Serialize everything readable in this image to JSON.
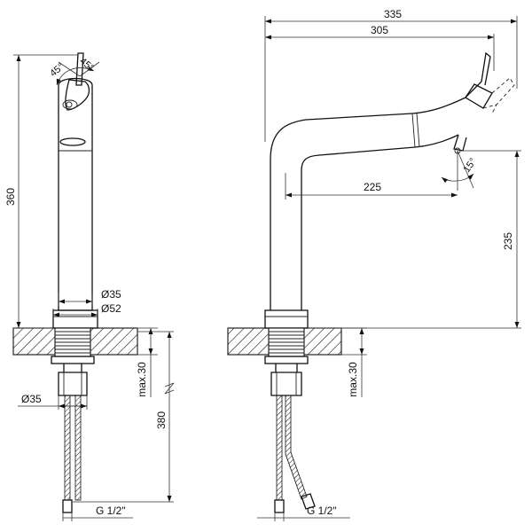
{
  "front_view": {
    "angle_left": "45°",
    "angle_right": "45°",
    "height_total": "360",
    "dia_body": "Ø35",
    "dia_base": "Ø52",
    "dia_shank": "Ø35",
    "max_thickness": "max.30",
    "hose_length": "380",
    "thread": "G 1/2\""
  },
  "side_view": {
    "width_total": "335",
    "width_spout": "305",
    "spout_reach": "225",
    "spout_height": "235",
    "tilt_angle": "15°",
    "max_thickness": "max.30",
    "thread": "G 1/2\""
  }
}
